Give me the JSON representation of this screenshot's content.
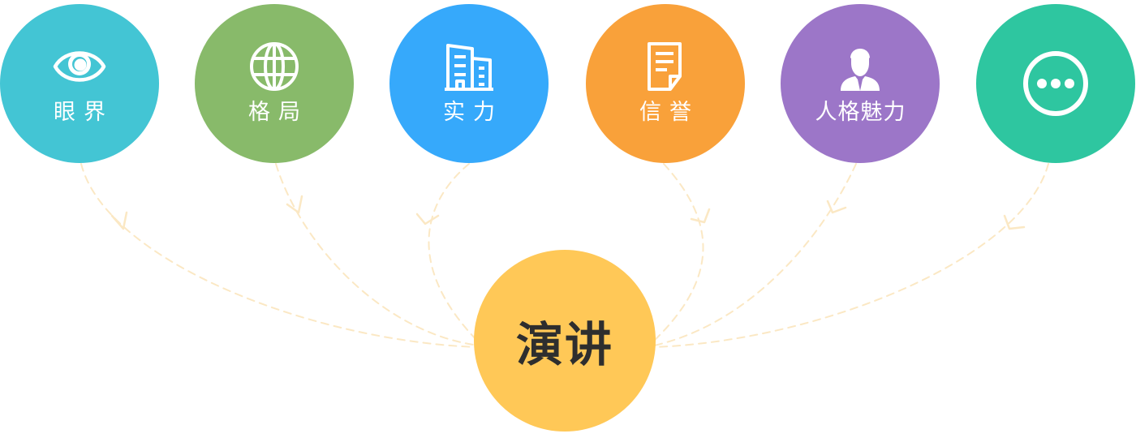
{
  "colors": {
    "eye": "#43c5d4",
    "pattern": "#88ba6a",
    "strength": "#36a9fb",
    "credit": "#f9a13a",
    "charisma": "#9c76c8",
    "more": "#2ec6a0",
    "center": "#ffc857",
    "connector": "#fbe8c4"
  },
  "nodes": [
    {
      "key": "eye",
      "label": "眼界",
      "icon": "eye-icon"
    },
    {
      "key": "pattern",
      "label": "格局",
      "icon": "globe-icon"
    },
    {
      "key": "strength",
      "label": "实力",
      "icon": "building-icon"
    },
    {
      "key": "credit",
      "label": "信誉",
      "icon": "document-icon"
    },
    {
      "key": "charisma",
      "label": "人格魅力",
      "icon": "person-icon"
    },
    {
      "key": "more",
      "label": "",
      "icon": "more-icon"
    }
  ],
  "center": {
    "label": "演讲"
  }
}
